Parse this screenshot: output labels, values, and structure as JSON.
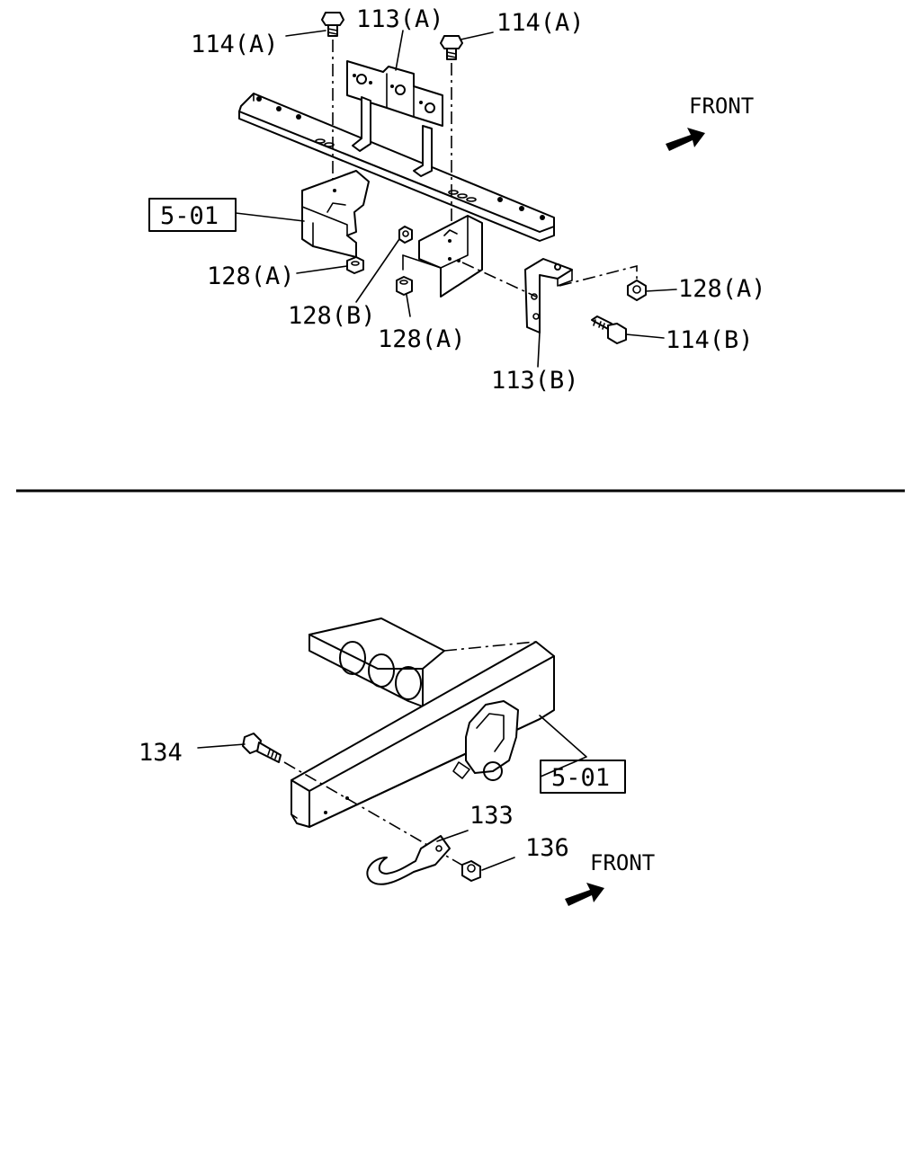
{
  "top_section": {
    "labels": {
      "bolt_a_left": "114(A)",
      "bracket_a": "113(A)",
      "bolt_a_right": "114(A)",
      "front": "FRONT",
      "ref_box": "5-01",
      "nut_a_left": "128(A)",
      "nut_b": "128(B)",
      "nut_a_center": "128(A)",
      "nut_a_right": "128(A)",
      "bolt_b": "114(B)",
      "bracket_b": "113(B)"
    }
  },
  "bottom_section": {
    "labels": {
      "bolt": "134",
      "ref_box": "5-01",
      "hook": "133",
      "nut": "136",
      "front": "FRONT"
    }
  },
  "colors": {
    "ink": "#000000",
    "paper": "#ffffff"
  }
}
